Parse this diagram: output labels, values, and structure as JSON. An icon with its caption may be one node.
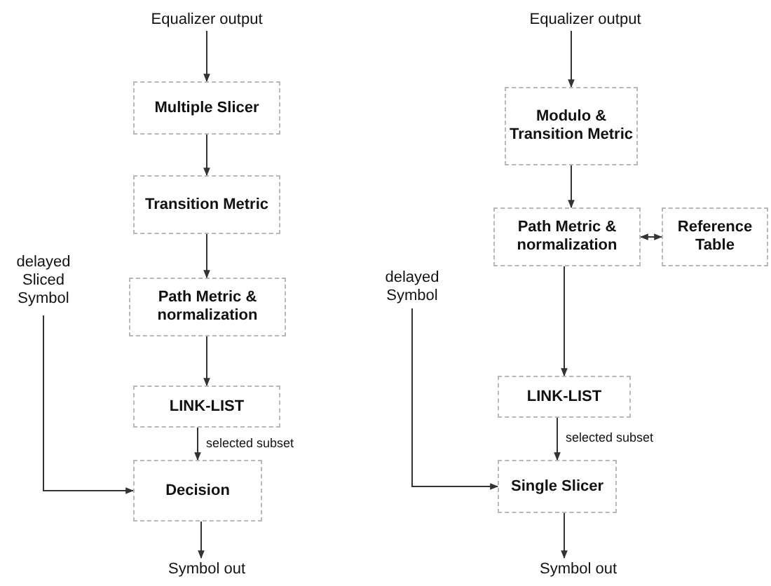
{
  "diagram": {
    "nodes": [
      {
        "text": [
          "Equalizer output"
        ]
      },
      {
        "text": [
          "Multiple Slicer"
        ]
      },
      {
        "text": [
          "Transition Metric"
        ]
      },
      {
        "text": [
          "Path Metric & normalization"
        ]
      },
      {
        "text": [
          "LINK-LIST"
        ]
      },
      {
        "text": [
          "Decision"
        ]
      },
      {
        "text": [
          "Symbol out"
        ]
      },
      {
        "text": [
          "delayed Sliced Symbol"
        ]
      },
      {
        "text": [
          "Equalizer output"
        ]
      },
      {
        "text": [
          "Modulo & Transition Metric"
        ]
      },
      {
        "text": [
          "Path Metric & normalization"
        ]
      },
      {
        "text": [
          "Reference Table"
        ]
      },
      {
        "text": [
          "delayed Symbol"
        ]
      },
      {
        "text": [
          "LINK-LIST"
        ]
      },
      {
        "text": [
          "Single Slicer"
        ]
      },
      {
        "text": [
          "Symbol out"
        ]
      }
    ],
    "edges": [
      {
        "from": 0,
        "to": 1,
        "arrow": "to"
      },
      {
        "from": 1,
        "to": 2,
        "arrow": "to"
      },
      {
        "from": 2,
        "to": 3,
        "arrow": "to"
      },
      {
        "from": 3,
        "to": 4,
        "arrow": "to"
      },
      {
        "from": 4,
        "to": 5,
        "arrow": "to",
        "label": "selected subset"
      },
      {
        "from": 5,
        "to": 6,
        "arrow": "to"
      },
      {
        "from": 7,
        "to": 5,
        "arrow": "to"
      },
      {
        "from": 8,
        "to": 9,
        "arrow": "to"
      },
      {
        "from": 9,
        "to": 10,
        "arrow": "to"
      },
      {
        "from": 10,
        "to": 11,
        "arrow": "both"
      },
      {
        "from": 10,
        "to": 13,
        "arrow": "to"
      },
      {
        "from": 13,
        "to": 14,
        "arrow": "to",
        "label": "selected subset"
      },
      {
        "from": 12,
        "to": 14,
        "arrow": "to"
      },
      {
        "from": 14,
        "to": 15,
        "arrow": "to"
      }
    ]
  }
}
